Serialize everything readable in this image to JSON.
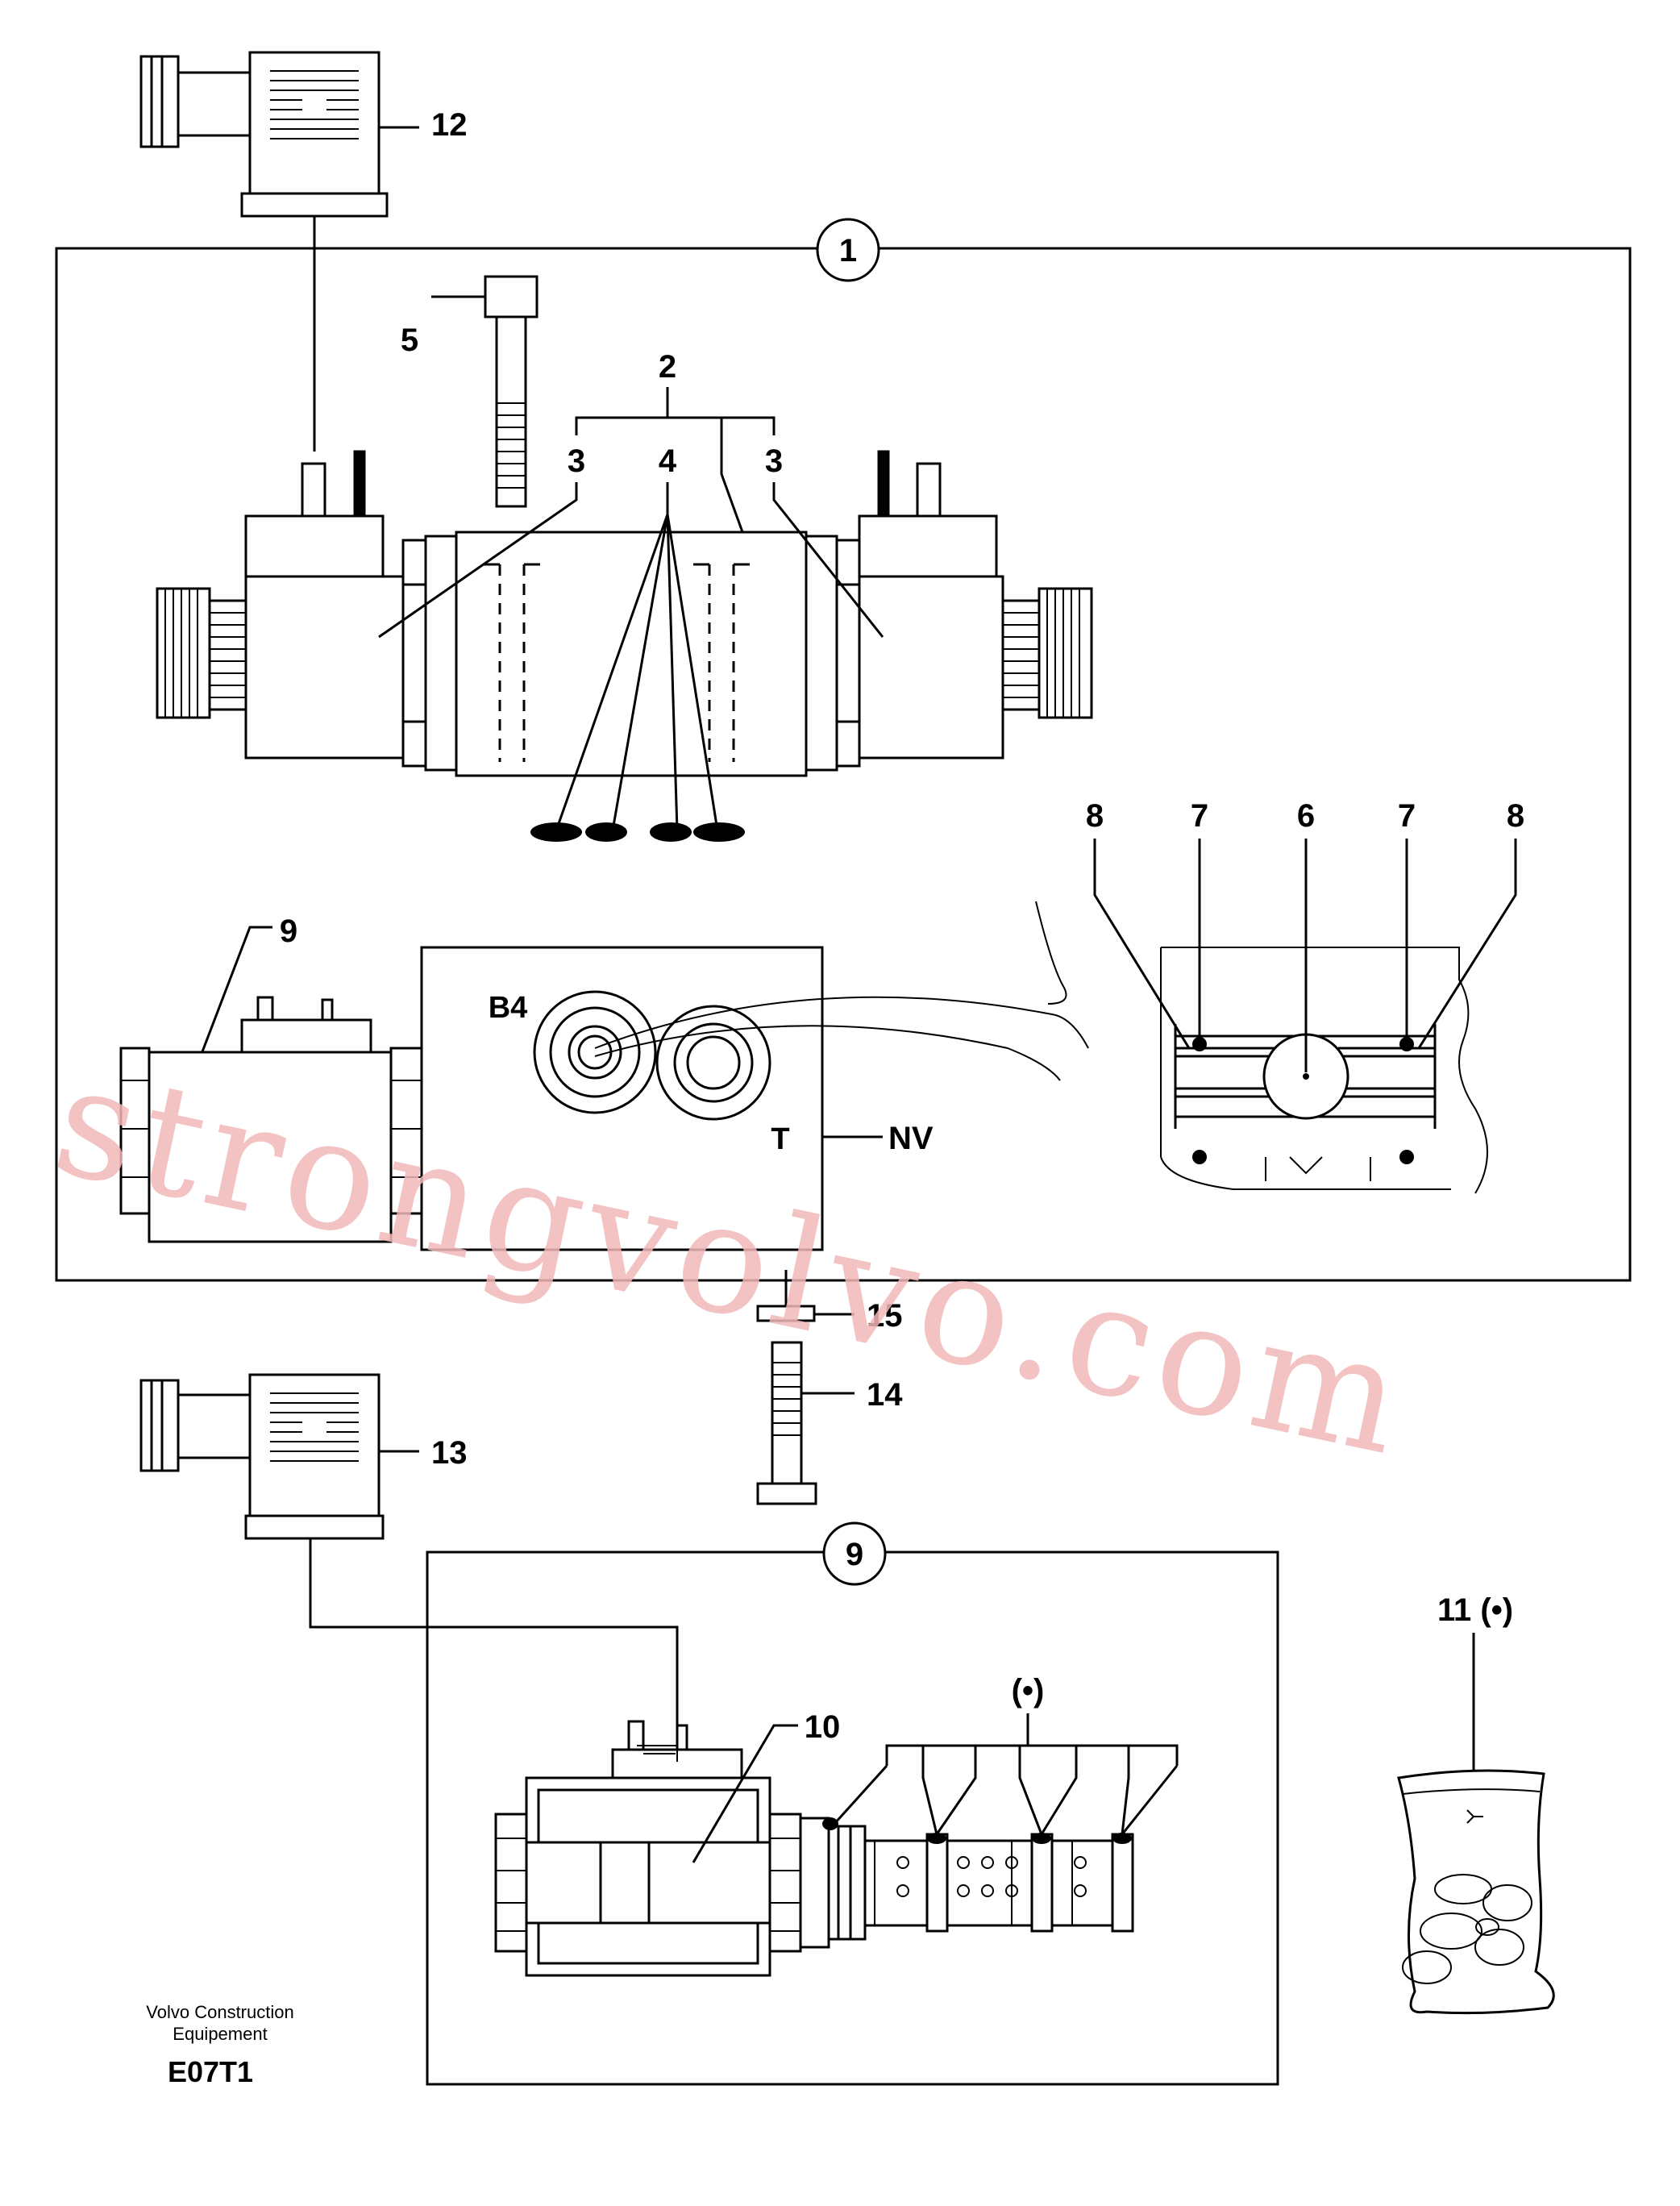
{
  "labels": {
    "l12": "12",
    "l1": "1",
    "l5": "5",
    "l2": "2",
    "l3a": "3",
    "l4": "4",
    "l3b": "3",
    "l8a": "8",
    "l7a": "7",
    "l6": "6",
    "l7b": "7",
    "l8b": "8",
    "l9": "9",
    "b4": "B4",
    "t": "T",
    "nv": "NV",
    "l15": "15",
    "l14": "14",
    "l13": "13",
    "l9box": "9",
    "l10": "10",
    "dot": "(•)",
    "l11": "11 (•)"
  },
  "footer": {
    "brand_line1": "Volvo Construction",
    "brand_line2": "Equipement",
    "code": "E07T1"
  },
  "watermark": "strongvolvo.com"
}
